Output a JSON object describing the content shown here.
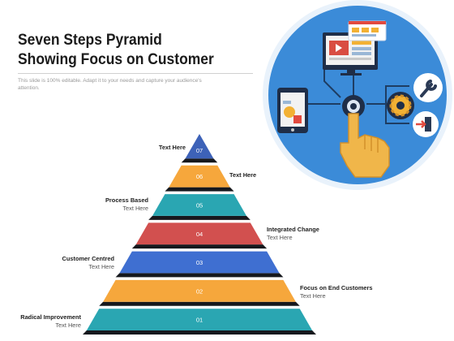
{
  "slide": {
    "title_line1": "Seven Steps Pyramid",
    "title_line2": "Showing Focus on Customer",
    "subtitle": "This slide is 100% editable. Adapt it to your needs and capture your audience's attention."
  },
  "colors": {
    "teal": "#2aa6b2",
    "orange": "#f6a73c",
    "blue": "#3f6fd1",
    "red": "#d2504f",
    "navy": "#3d62b8",
    "dark_edge": "#16181d",
    "circle_bg": "#3b8bd8",
    "circle_ring": "#e8f1fb"
  },
  "pyramid": {
    "levels": [
      {
        "number": "01",
        "color": "#2aa6b2",
        "title": "Radical Improvement",
        "text": "Text Here",
        "side": "left"
      },
      {
        "number": "02",
        "color": "#f6a73c",
        "title": "Focus on End Customers",
        "text": "Text Here",
        "side": "right"
      },
      {
        "number": "03",
        "color": "#3f6fd1",
        "title": "Customer Centred",
        "text": "Text Here",
        "side": "left"
      },
      {
        "number": "04",
        "color": "#d2504f",
        "title": "Integrated Change",
        "text": "Text Here",
        "side": "right"
      },
      {
        "number": "05",
        "color": "#2aa6b2",
        "title": "Process Based",
        "text": "Text Here",
        "side": "left"
      },
      {
        "number": "06",
        "color": "#f6a73c",
        "title": "Text Here",
        "text": "",
        "side": "right"
      },
      {
        "number": "07",
        "color": "#3d62b8",
        "title": "Text Here",
        "text": "",
        "side": "left"
      }
    ]
  },
  "illustration": {
    "icons": [
      "monitor-icon",
      "phone-icon",
      "touch-button-icon",
      "hand-pointer-icon",
      "wrench-icon",
      "gear-icon",
      "login-icon"
    ]
  }
}
